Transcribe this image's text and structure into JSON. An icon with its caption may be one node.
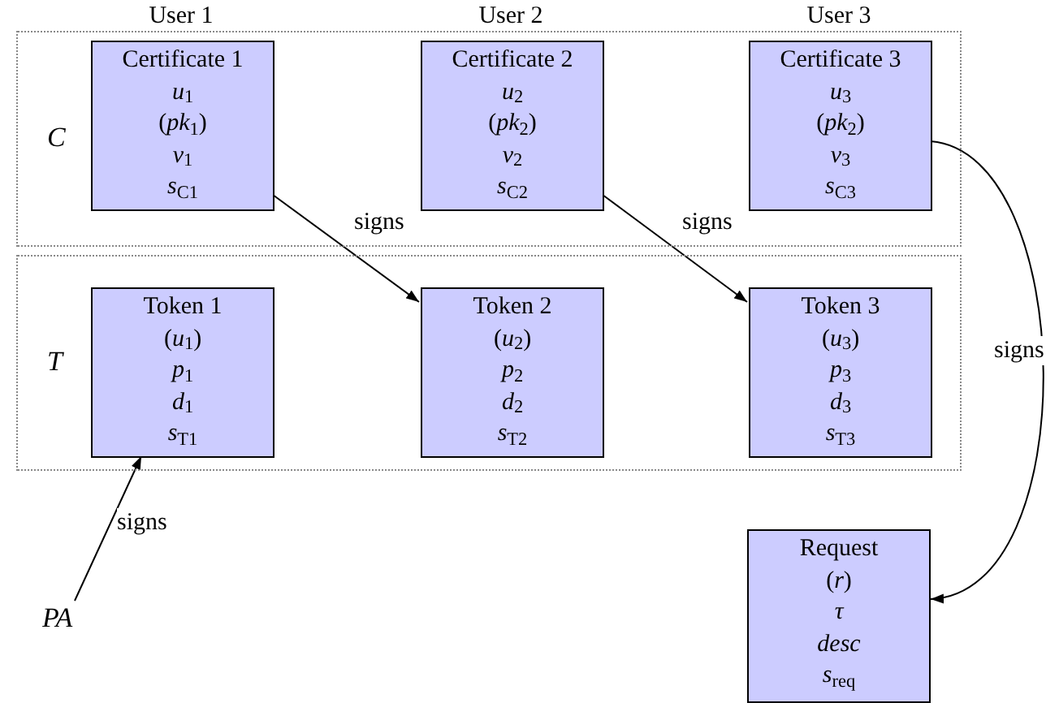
{
  "diagram": {
    "nodes": [
      {
        "text": [
          "C"
        ]
      },
      {
        "text": [
          "Certificate 1",
          "*u*$_{1}$",
          "(*pk*$_{1}$)",
          "*v*$_{1}$",
          "*s*$_{C1}$"
        ],
        "in": 0
      },
      {
        "text": [
          "Certificate 2",
          "*u*$_{2}$",
          "(*pk*$_{2}$)",
          "*v*$_{2}$",
          "*s*$_{C2}$"
        ],
        "in": 0
      },
      {
        "text": [
          "Certificate 3",
          "*u*$_{3}$",
          "(*pk*$_{2}$)",
          "*v*$_{3}$",
          "*s*$_{C3}$"
        ],
        "in": 0
      },
      {
        "text": [
          "T"
        ]
      },
      {
        "text": [
          "Token 1",
          "(*u*$_{1}$)",
          "*p*$_{1}$",
          "*d*$_{1}$",
          "*s*$_{T1}$"
        ],
        "in": 4
      },
      {
        "text": [
          "Token 2",
          "(*u*$_{2}$)",
          "*p*$_{2}$",
          "*d*$_{2}$",
          "*s*$_{T2}$"
        ],
        "in": 4
      },
      {
        "text": [
          "Token 3",
          "(*u*$_{3}$)",
          "*p*$_{3}$",
          "*d*$_{3}$",
          "*s*$_{T3}$"
        ],
        "in": 4
      },
      {
        "text": [
          "PA"
        ]
      },
      {
        "text": [
          "Request",
          "(*r*)",
          "*τ*",
          "*desc*",
          "*s*$_{req}$"
        ]
      }
    ],
    "edges": [
      {
        "from": 1,
        "to": 6,
        "arrow": "to",
        "label": "signs"
      },
      {
        "from": 2,
        "to": 7,
        "arrow": "to",
        "label": "signs"
      },
      {
        "from": 3,
        "to": 9,
        "arrow": "to",
        "label": "signs"
      },
      {
        "from": 8,
        "to": 5,
        "arrow": "to",
        "label": "signs"
      }
    ],
    "labels": [
      "User 1",
      "User 2",
      "User 3"
    ]
  }
}
